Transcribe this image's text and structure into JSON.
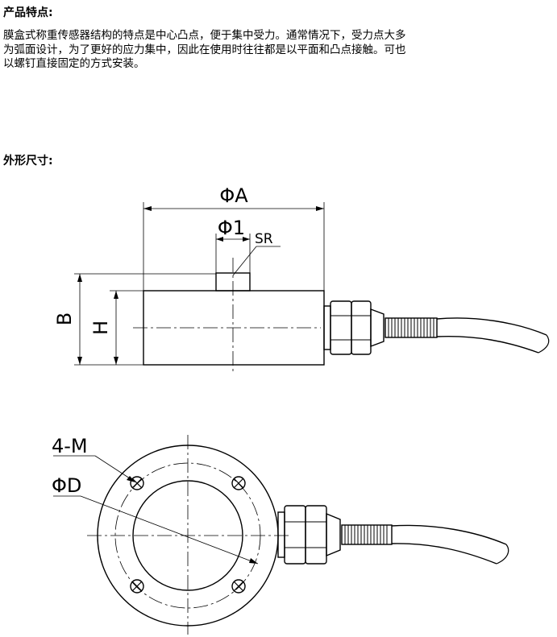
{
  "features": {
    "heading": "产品特点:",
    "lines": [
      "膜盒式称重传感器结构的特点是中心凸点，便于集中受力。通常情况下，受力点大多",
      "为弧面设计，为了更好的应力集中，因此在使用时往往都是以平面和凸点接触。可也",
      "以螺钉直接固定的方式安装。"
    ]
  },
  "dimensions": {
    "heading": "外形尺寸:",
    "labels": {
      "phi_a": "ΦA",
      "phi_1": "Φ1",
      "sr": "SR",
      "b": "B",
      "h": "H",
      "four_m": "4-M",
      "phi_d": "ΦD"
    }
  }
}
